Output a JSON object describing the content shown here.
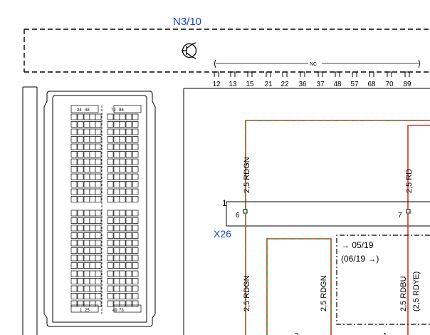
{
  "component": {
    "id": "N3/10",
    "nc_label": "NC",
    "pins": [
      "12",
      "13",
      "15",
      "21",
      "22",
      "36",
      "37",
      "48",
      "57",
      "68",
      "70",
      "89"
    ]
  },
  "connector": {
    "id": "X26",
    "mark": "1",
    "pin_left": "6",
    "pin_right": "7",
    "top_left_pins": [
      "24",
      "48"
    ],
    "top_right_pins": [
      "72",
      "96"
    ],
    "bottom_left_pins": [
      "1",
      "25"
    ],
    "bottom_right_pins": [
      "49",
      "73"
    ]
  },
  "wires": {
    "upper_left": "2,5 RDGN",
    "upper_right": "2,5 RD",
    "lower_left_1": "2,5 RDGN",
    "lower_left_2": "2,5 RDGN",
    "lower_right_1": "2,5 RDBU",
    "lower_right_2": "(2,5 RDYE)"
  },
  "notes": {
    "arrow_1": "→ 05/19",
    "arrow_2": "(06/19 →)"
  },
  "colors": {
    "red": "#e03020",
    "green": "#2e9e3e",
    "blue": "#1a3fd6",
    "line": "#000000"
  }
}
